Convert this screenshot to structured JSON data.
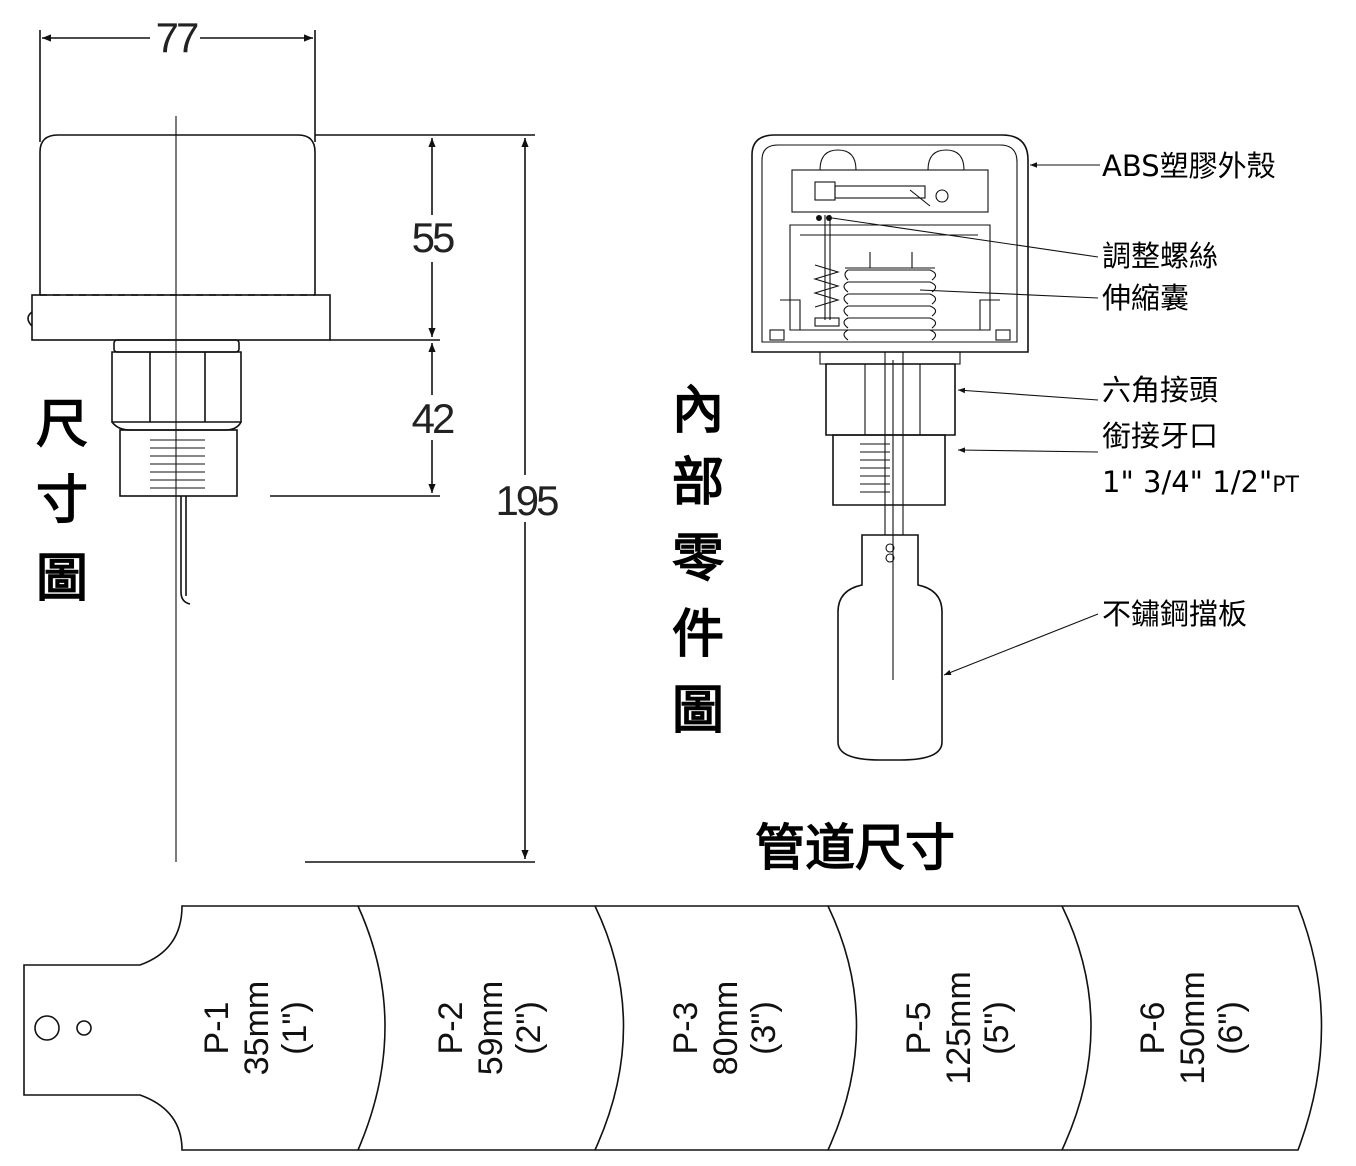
{
  "dimension_drawing": {
    "title_chars": [
      "尺",
      "寸",
      "圖"
    ],
    "width_label": "77",
    "upper_height_label": "55",
    "lower_height_label": "42",
    "total_height_label": "195"
  },
  "internal_drawing": {
    "title_chars": [
      "內",
      "部",
      "零",
      "件",
      "圖"
    ],
    "callouts": {
      "housing": "ABS塑膠外殼",
      "adjust_screw": "調整螺絲",
      "bellows": "伸縮囊",
      "hex_fitting": "六角接頭",
      "thread": "銜接牙口",
      "thread_size_main": "1\"  3/4\"  1/2\"",
      "thread_size_suffix": "PT",
      "paddle": "不鏽鋼擋板"
    }
  },
  "pipe_sizes": {
    "title": "管道尺寸",
    "paddles": [
      {
        "model": "P-1",
        "size_mm": "35mm",
        "size_in": "(1\")"
      },
      {
        "model": "P-2",
        "size_mm": "59mm",
        "size_in": "(2\")"
      },
      {
        "model": "P-3",
        "size_mm": "80mm",
        "size_in": "(3\")"
      },
      {
        "model": "P-5",
        "size_mm": "125mm",
        "size_in": "(5\")"
      },
      {
        "model": "P-6",
        "size_mm": "150mm",
        "size_in": "(6\")"
      }
    ]
  }
}
